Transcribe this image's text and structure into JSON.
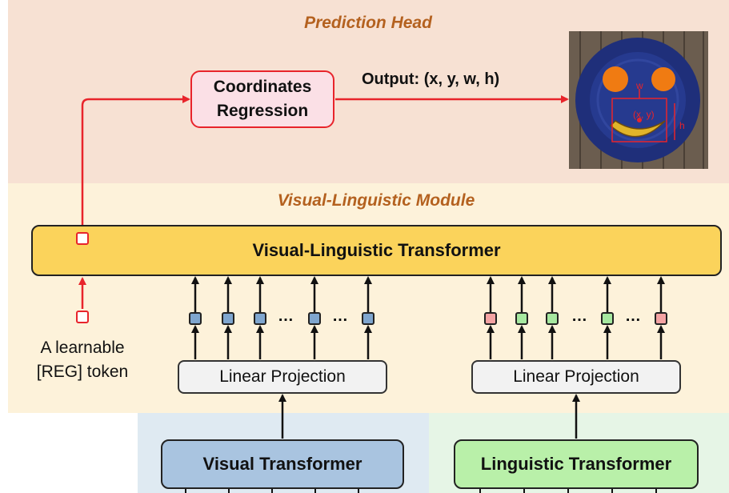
{
  "prediction_head": {
    "title": "Prediction Head",
    "coord_line1": "Coordinates",
    "coord_line2": "Regression",
    "output_label": "Output: (x, y, w, h)"
  },
  "photo": {
    "label_w": "w",
    "label_xy": "(x, y)",
    "label_h": "h"
  },
  "vl_module": {
    "title": "Visual-Linguistic Module",
    "transformer_label": "Visual-Linguistic Transformer"
  },
  "reg_token": {
    "line1": "A learnable",
    "line2": "[REG] token"
  },
  "visual": {
    "projection_label": "Linear Projection",
    "transformer_label": "Visual Transformer",
    "token_colors": [
      "blue",
      "blue",
      "blue",
      "blue",
      "blue"
    ]
  },
  "linguistic": {
    "projection_label": "Linear Projection",
    "transformer_label": "Linguistic Transformer",
    "token_colors": [
      "pink",
      "green",
      "green",
      "green",
      "pink"
    ]
  },
  "ellipsis": "…",
  "colors": {
    "prediction_band": "#f7e1d3",
    "module_band": "#fdf2da",
    "visual_band": "#dfeaf2",
    "linguistic_band": "#e6f5e6",
    "title_orange": "#b4611f",
    "regression_red": "#e8242b",
    "transformer_yellow": "#fbd35b",
    "visual_blue": "#a9c4e0",
    "linguistic_green": "#b9f0a9"
  }
}
